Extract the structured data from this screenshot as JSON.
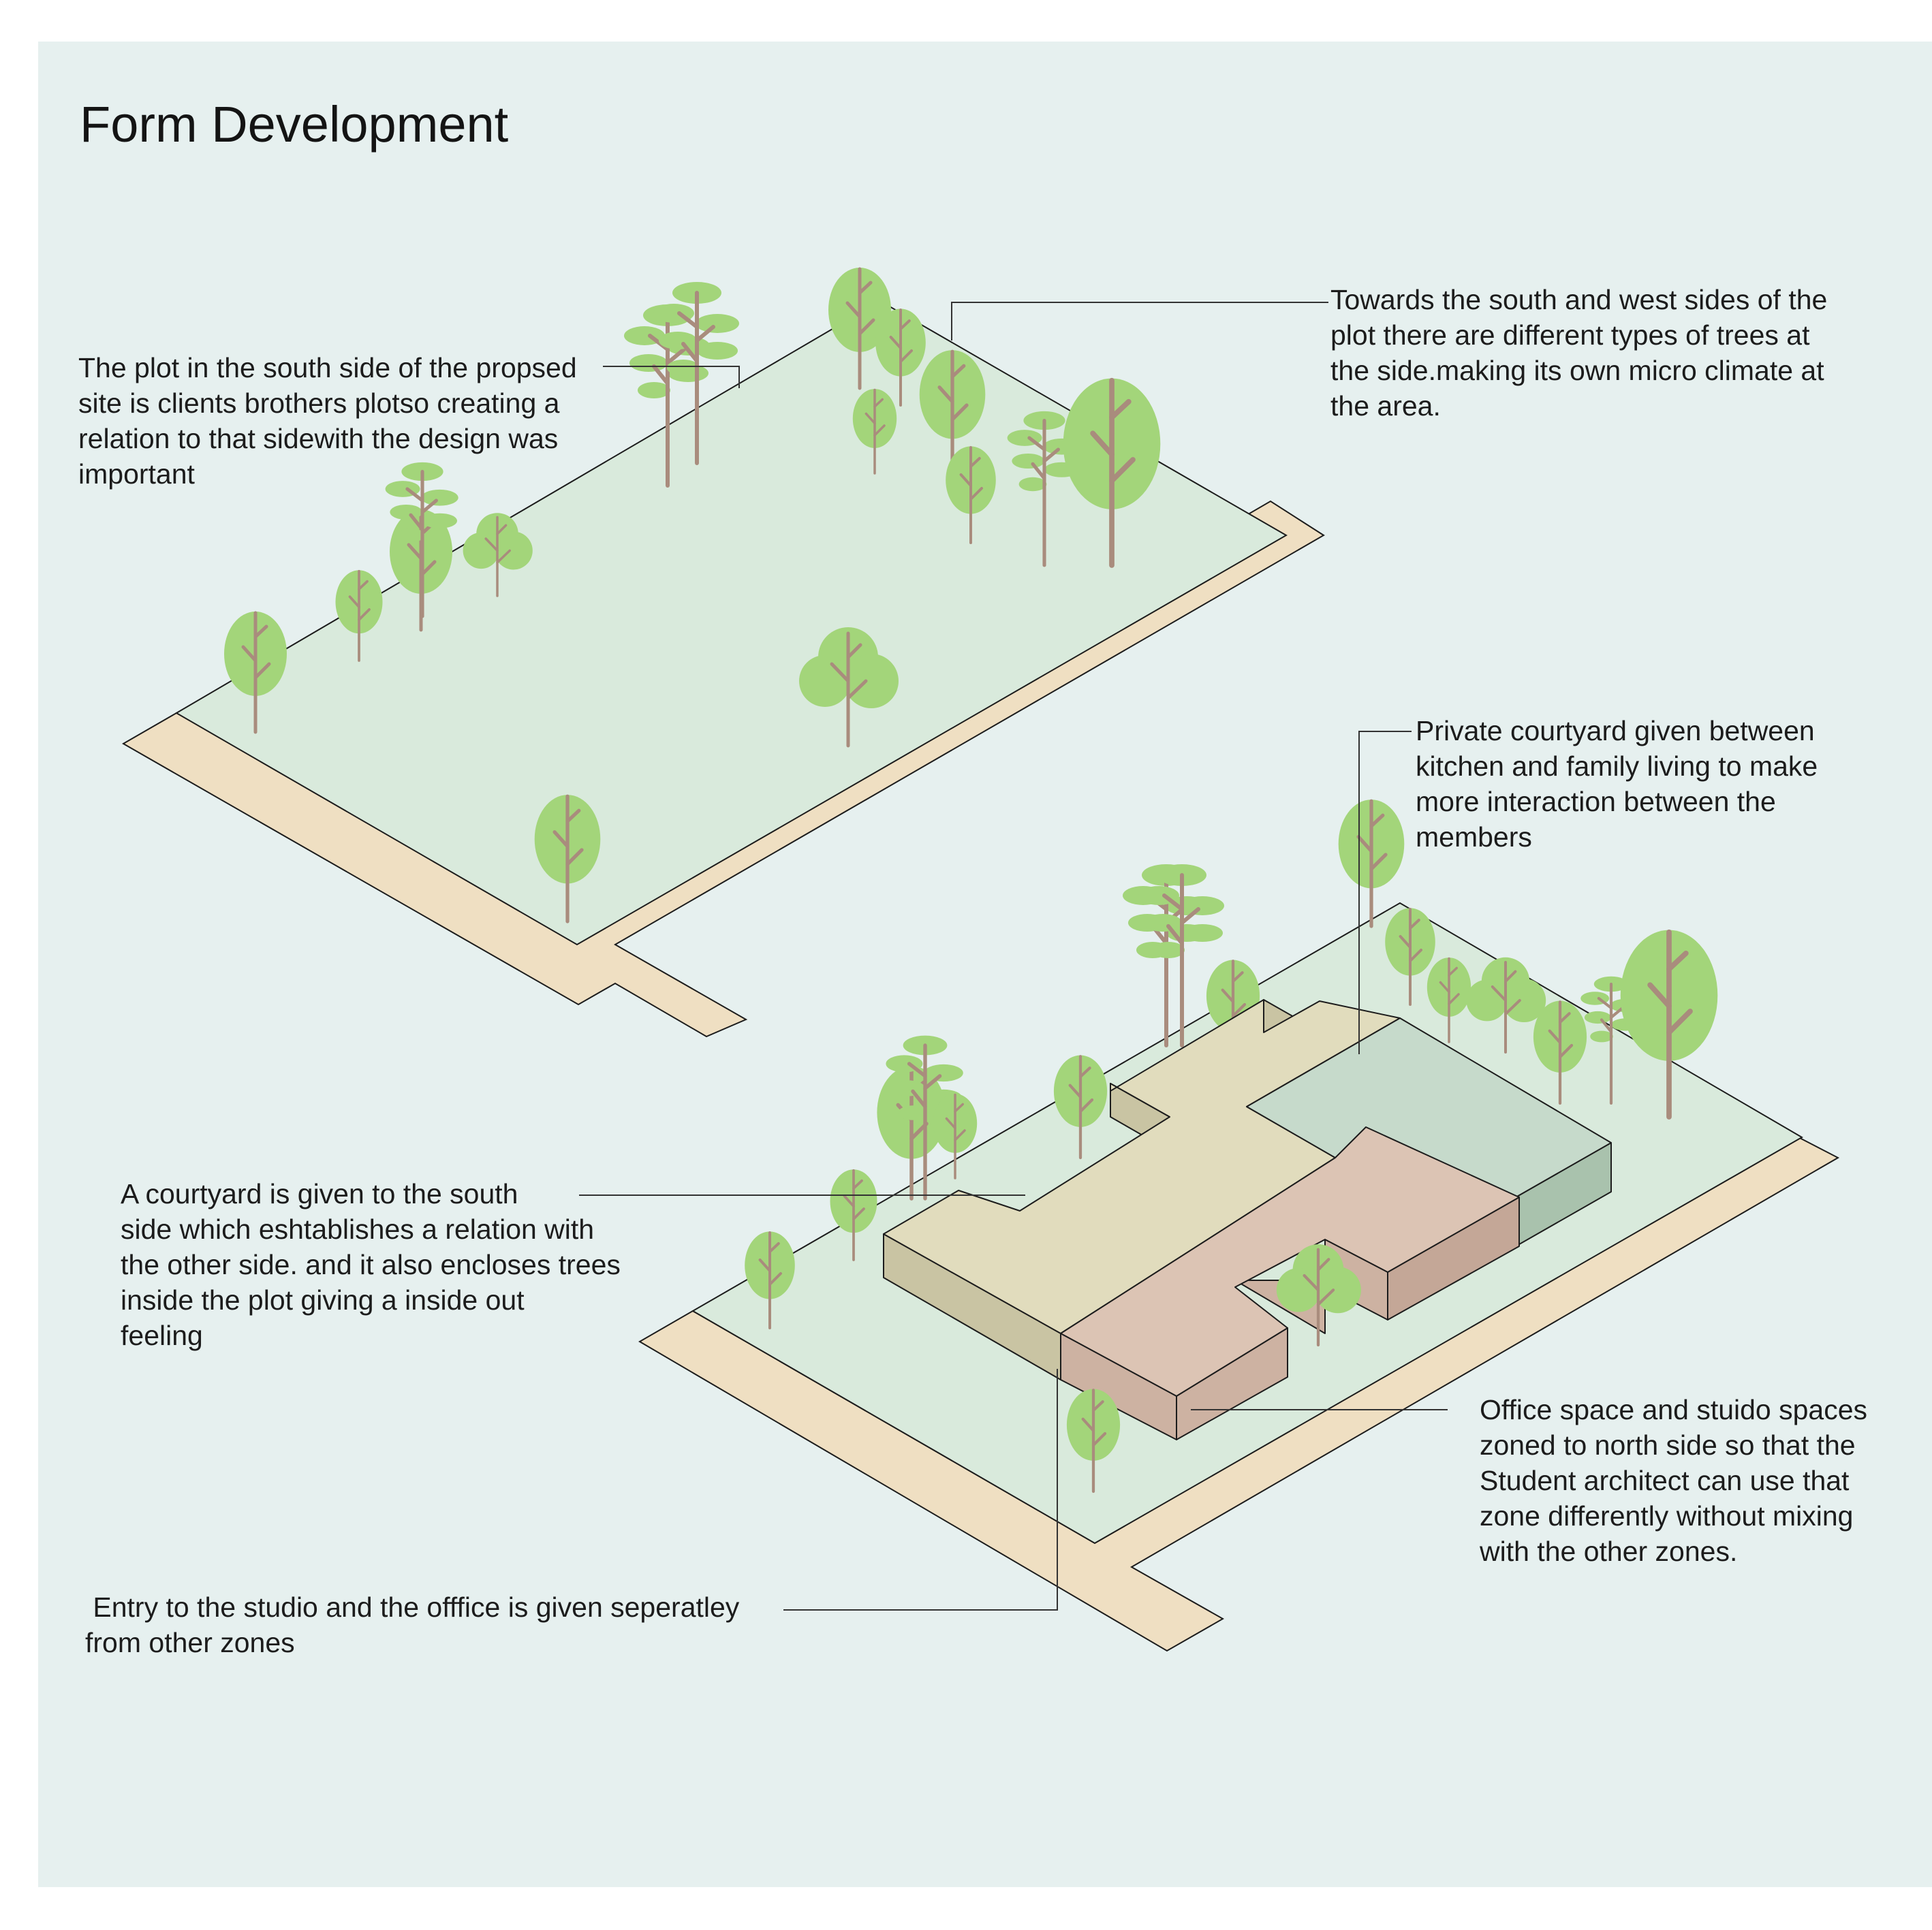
{
  "title": "Form Development",
  "annotations": {
    "trees": {
      "lines": [
        "Towards the south and west sides of the",
        "plot there are different types of trees at",
        "the side.making its own micro climate at",
        "the area."
      ]
    },
    "south_plot": {
      "lines": [
        "The plot in the south side of the propsed",
        "site is clients brothers plotso creating a",
        "relation to that sidewith the design was",
        "important"
      ]
    },
    "private_courtyard": {
      "lines": [
        "Private courtyard given between",
        "kitchen and family living to make",
        "more interaction between the",
        "members"
      ]
    },
    "south_courtyard": {
      "lines": [
        "A courtyard  is given to the south",
        "side which eshtablishes a relation with",
        "the other side. and it also encloses trees",
        "inside the plot giving a inside out",
        "feeling"
      ]
    },
    "office": {
      "lines": [
        "Office space and stuido spaces",
        "zoned to north side so that the",
        "Student architect can use that",
        "zone  differently without mixing",
        "with the other zones."
      ]
    },
    "entry": {
      "lines": [
        " Entry to the studio and the offfice is given seperatley",
        "from other zones"
      ]
    }
  },
  "colors": {
    "background": "#e6f0ef",
    "site": "#d9eadc",
    "road": "#efdfc2",
    "tree_canopy": "#a3d57a",
    "tree_trunk": "#a98c7d",
    "block_living": "#e1dcbd",
    "block_office": "#dcc4b4",
    "block_private": "#c6dacb"
  }
}
